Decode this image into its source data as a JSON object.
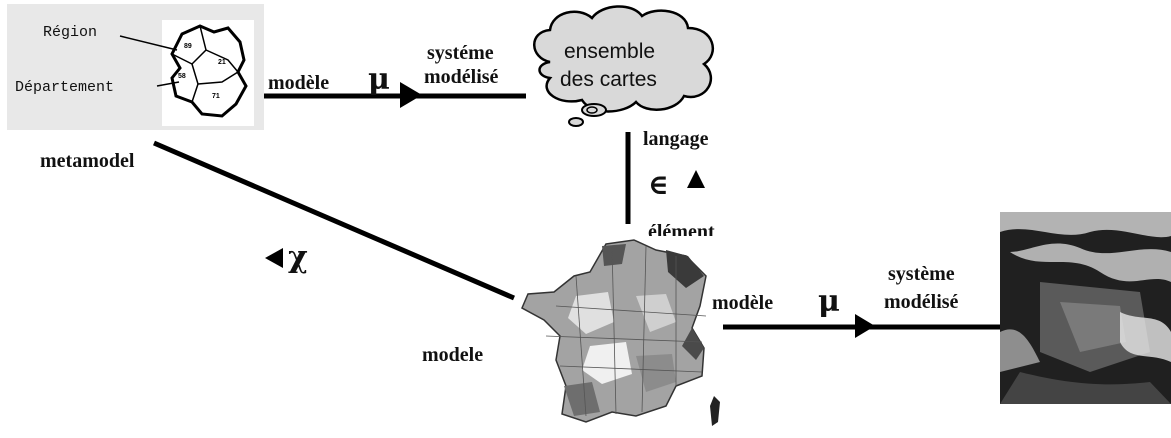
{
  "metamodel_box": {
    "label_region": "Région",
    "label_departement": "Département",
    "map_numbers": [
      "58",
      "21",
      "89",
      "71"
    ]
  },
  "labels": {
    "metamodel": "metamodel",
    "modele_top": "modèle",
    "mu_top": "μ",
    "systeme_top_1": "systéme",
    "systeme_top_2": "modélisé",
    "cloud_line1": "ensemble",
    "cloud_line2": "des cartes",
    "langage": "langage",
    "element_symbol": "∈",
    "element": "élément",
    "chi": "χ",
    "modele_bottom_left": "modele",
    "modele_right": "modèle",
    "mu_right": "μ",
    "systeme_right_1": "système",
    "systeme_right_2": "modélisé"
  }
}
